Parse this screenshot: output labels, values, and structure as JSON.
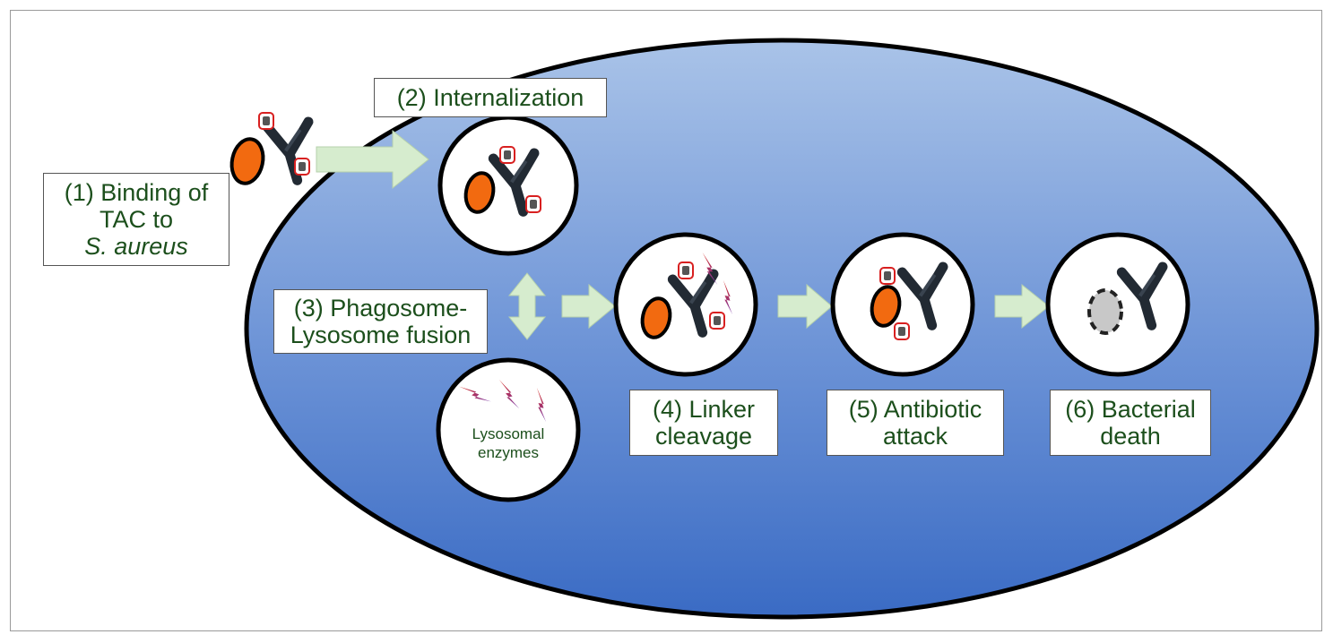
{
  "steps": {
    "s1": {
      "line1": "(1) Binding of",
      "line2": "TAC to",
      "line3": "S. aureus"
    },
    "s2": {
      "line1": "(2) Internalization"
    },
    "s3": {
      "line1": "(3) Phagosome-",
      "line2": "Lysosome fusion"
    },
    "s4": {
      "line1": "(4) Linker",
      "line2": "cleavage"
    },
    "s5": {
      "line1": "(5) Antibiotic",
      "line2": "attack"
    },
    "s6": {
      "line1": "(6) Bacterial",
      "line2": "death"
    }
  },
  "lysosome": {
    "line1": "Lysosomal",
    "line2": "enzymes"
  },
  "colors": {
    "cell_light": "#a9c3e8",
    "cell_dark": "#3a6bc4",
    "arrow": "#d6ecce",
    "bacterium": "#f26a10",
    "dead_bacterium": "#c8c8c8",
    "antibody": "#222a33",
    "enzyme": "#d8261a",
    "label_text": "#1c4f1c"
  }
}
